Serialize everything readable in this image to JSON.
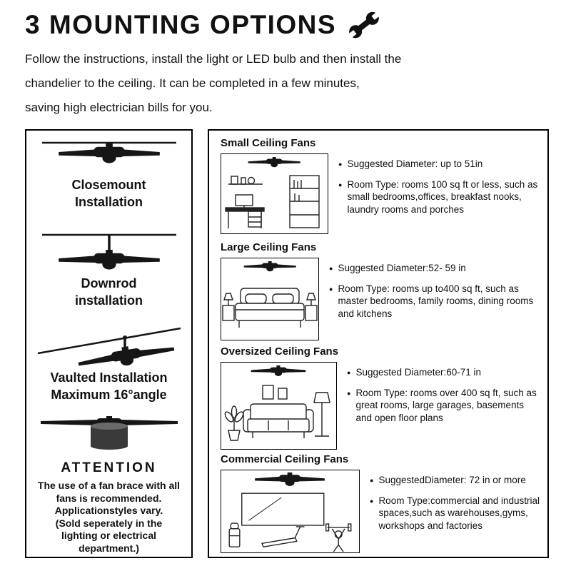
{
  "header": {
    "title": "3 MOUNTING OPTIONS",
    "intro_lines": [
      "Follow the instructions, install the light or LED bulb and then install the",
      "chandelier to the ceiling. It can be completed in a few minutes,",
      "saving high electrician bills for you."
    ]
  },
  "left_panel": {
    "options": [
      {
        "line1": "Closemount",
        "line2": "Installation"
      },
      {
        "line1": "Downrod",
        "line2": "installation"
      },
      {
        "line1": "Vaulted Installation",
        "line2": "Maximum 16°angle"
      }
    ],
    "attention_title": "ATTENTION",
    "attention_lines": [
      "The use of a fan brace with all",
      "fans is recommended.",
      "Applicationstyles vary.",
      "(Sold seperately in the",
      "lighting or electrical",
      "department.)"
    ]
  },
  "right_panel": {
    "sections": [
      {
        "title": "Small Ceiling Fans",
        "bullets": [
          "Suggested Diameter: up to 51in",
          "Room Type: rooms 100 sq ft or less, such as small bedrooms,offices, breakfast nooks, laundry rooms and porches"
        ]
      },
      {
        "title": "Large Ceiling Fans",
        "bullets": [
          "Suggested Diameter:52- 59 in",
          "Room Type: rooms up to400 sq ft, such as master bedrooms, family rooms, dining rooms and kitchens"
        ]
      },
      {
        "title": "Oversized Ceiling Fans",
        "bullets": [
          "Suggested Diameter:60-71 in",
          "Room Type: rooms over 400 sq ft, such as great rooms, large garages, basements and open floor plans"
        ]
      },
      {
        "title": "Commercial Ceiling Fans",
        "bullets": [
          "SuggestedDiameter: 72 in or more",
          "Room Type:commercial and industrial spaces,such as warehouses,gyms, workshops and factories"
        ]
      }
    ]
  },
  "glyphs": {
    "bullet": "●"
  },
  "icons": {
    "header": "wrench-icon",
    "left": [
      "closemount-fan-icon",
      "downrod-fan-icon",
      "vaulted-fan-icon",
      "drum-fan-icon"
    ],
    "sections": [
      "small-room-illustration",
      "bedroom-illustration",
      "living-room-illustration",
      "gym-illustration"
    ]
  },
  "colors": {
    "ink": "#111111",
    "line_art": "#222222",
    "background": "#ffffff"
  }
}
